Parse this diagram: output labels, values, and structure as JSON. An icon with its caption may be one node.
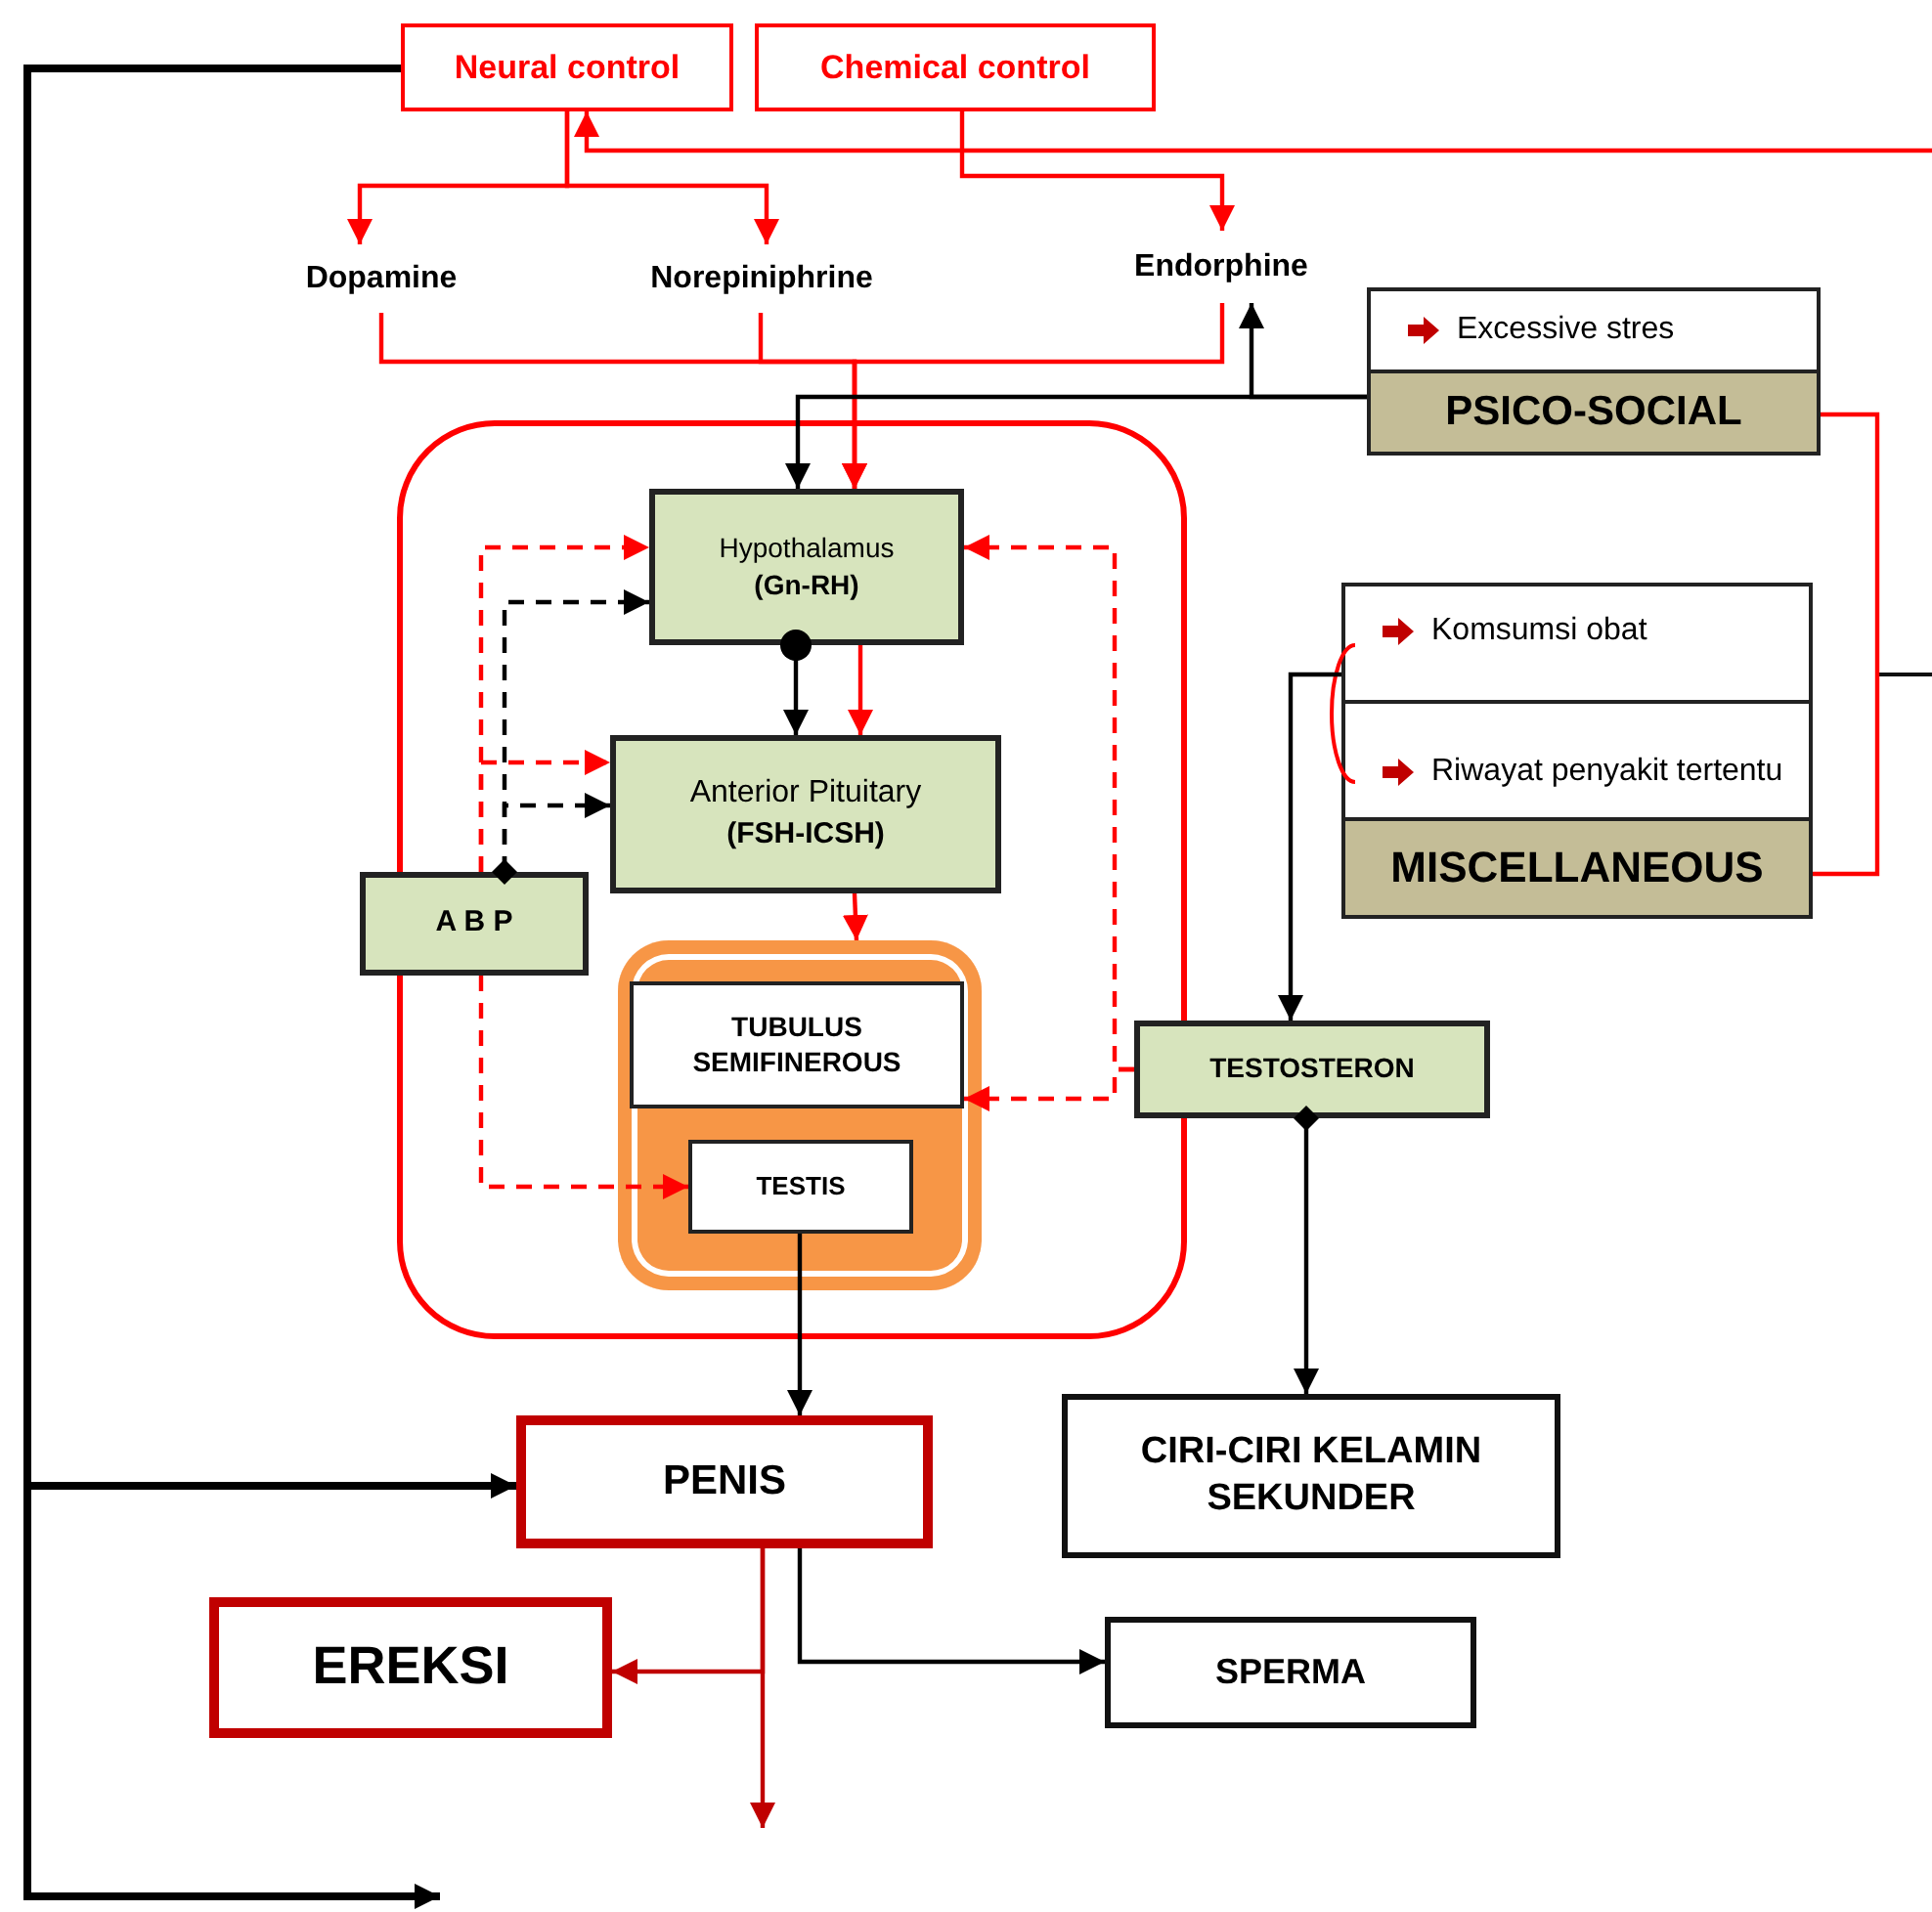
{
  "diagram": {
    "nodes": [
      {
        "text": [
          "Neural control"
        ]
      },
      {
        "text": [
          "Chemical control"
        ]
      },
      {
        "text": [
          "Dopamine"
        ]
      },
      {
        "text": [
          "Norepiniphrine"
        ]
      },
      {
        "text": [
          "Endorphine"
        ]
      },
      {
        "text": [
          "Excessive stres",
          "PSICO-SOCIAL"
        ]
      },
      {
        "text": [
          "Komsumsi obat",
          "Riwayat penyakit tertentu",
          "MISCELLANEOUS"
        ]
      },
      {
        "text": [],
        "shape": "box"
      },
      {
        "text": [
          "Hypothalamus",
          "(Gn-RH)"
        ],
        "in": 7
      },
      {
        "text": [
          "Anterior Pituitary",
          "(FSH-ICSH)"
        ],
        "in": 7
      },
      {
        "text": [
          "A B P"
        ]
      },
      {
        "text": [],
        "shape": "box",
        "in": 7
      },
      {
        "text": [
          "TUBULUS SEMIFINEROUS"
        ],
        "in": 11
      },
      {
        "text": [
          "TESTIS"
        ],
        "in": 11
      },
      {
        "text": [
          "TESTOSTERON"
        ]
      },
      {
        "text": [
          "PENIS"
        ]
      },
      {
        "text": [
          "CIRI-CIRI KELAMIN SEKUNDER"
        ]
      },
      {
        "text": [
          "EREKSI"
        ]
      },
      {
        "text": [
          "SPERMA"
        ]
      }
    ],
    "edges": [
      {
        "from": 0,
        "to": 2,
        "arrow": "to"
      },
      {
        "from": 0,
        "to": 3,
        "arrow": "to"
      },
      {
        "from": 1,
        "to": 4,
        "arrow": "to"
      },
      {
        "from": null,
        "to": 0,
        "arrow": "to"
      },
      {
        "from": 2,
        "to": 8,
        "arrow": "to"
      },
      {
        "from": 3,
        "to": 8,
        "arrow": "to"
      },
      {
        "from": 4,
        "to": 8,
        "arrow": "to"
      },
      {
        "from": 5,
        "to": 8,
        "arrow": "to",
        "color": "#000000"
      },
      {
        "from": 5,
        "to": 4,
        "arrow": "to",
        "color": "#000000"
      },
      {
        "from": 8,
        "to": 9,
        "arrow": "to",
        "color": "#000000"
      },
      {
        "from": 8,
        "to": 9,
        "arrow": "to"
      },
      {
        "from": 9,
        "to": 11,
        "arrow": "to"
      },
      {
        "from": 10,
        "to": 8,
        "arrow": "to",
        "style": "dashed",
        "color": "#000000"
      },
      {
        "from": 10,
        "to": 9,
        "arrow": "to",
        "style": "dashed",
        "color": "#000000"
      },
      {
        "from": 10,
        "to": 8,
        "arrow": "to",
        "style": "dashed"
      },
      {
        "from": 10,
        "to": 9,
        "arrow": "to",
        "style": "dashed"
      },
      {
        "from": 10,
        "to": 13,
        "arrow": "to",
        "style": "dashed"
      },
      {
        "from": 14,
        "to": 8,
        "arrow": "to",
        "style": "dashed"
      },
      {
        "from": 14,
        "to": 12,
        "arrow": "to",
        "style": "dashed"
      },
      {
        "from": 6,
        "to": 14,
        "arrow": "to",
        "color": "#000000"
      },
      {
        "from": 14,
        "to": 16,
        "arrow": "to",
        "color": "#000000"
      },
      {
        "from": 13,
        "to": 15,
        "arrow": "to",
        "color": "#000000"
      },
      {
        "from": 0,
        "to": 15,
        "arrow": "to",
        "style": "thick",
        "color": "#000000"
      },
      {
        "from": 0,
        "to": null,
        "arrow": "to",
        "style": "thick",
        "color": "#000000"
      },
      {
        "from": 15,
        "to": 17,
        "arrow": "to",
        "color": "#c00000"
      },
      {
        "from": 15,
        "to": null,
        "arrow": "to",
        "color": "#c00000"
      },
      {
        "from": 15,
        "to": 18,
        "arrow": "to",
        "color": "#000000"
      },
      {
        "from": 5,
        "to": null,
        "arrow": "none"
      },
      {
        "from": 6,
        "to": null,
        "arrow": "none"
      }
    ]
  }
}
